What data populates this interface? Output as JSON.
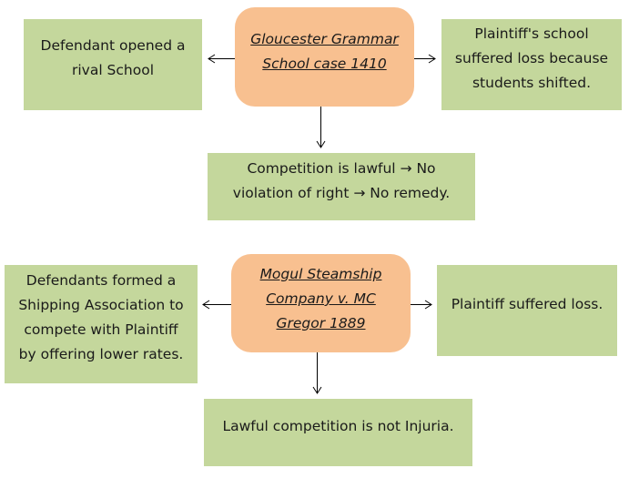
{
  "diagram_1": {
    "case": {
      "lines": [
        "Gloucester Grammar",
        "School case 1410"
      ]
    },
    "left": {
      "lines": [
        "Defendant opened a",
        "rival School"
      ]
    },
    "right": {
      "lines": [
        "Plaintiff's school",
        "suffered loss because",
        "students shifted."
      ]
    },
    "result": {
      "lines": [
        "Competition is lawful → No",
        "violation of right → No remedy."
      ]
    }
  },
  "diagram_2": {
    "case": {
      "lines": [
        "Mogul Steamship",
        "Company v. MC",
        "Gregor 1889"
      ]
    },
    "left": {
      "lines": [
        "Defendants formed a",
        "Shipping Association to",
        "compete with Plaintiff",
        "by offering lower rates."
      ]
    },
    "right": {
      "lines": [
        "Plaintiff suffered loss."
      ]
    },
    "result": {
      "lines": [
        "Lawful competition is not Injuria."
      ]
    }
  },
  "colors": {
    "case_fill": "#f8c090",
    "outcome_fill": "#c4d79c",
    "arrow": "#000000"
  }
}
